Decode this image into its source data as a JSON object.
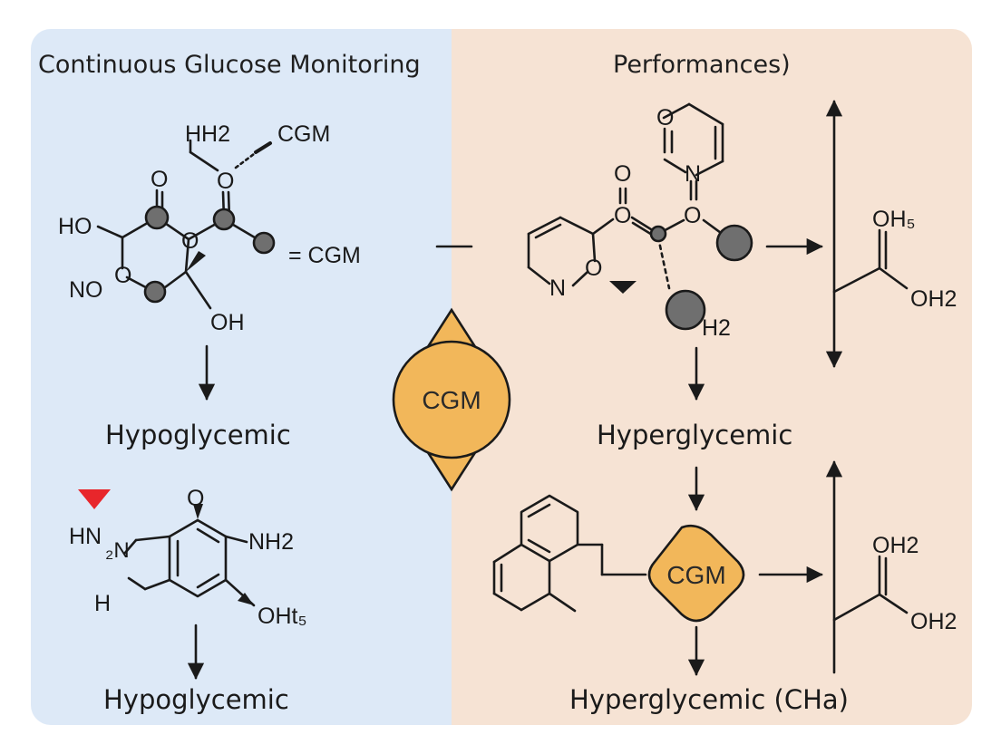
{
  "colors": {
    "left_panel_bg": "#dde9f7",
    "right_panel_bg": "#f6e3d4",
    "badge_fill": "#f2b75a",
    "atom_fill": "#6f6f6f",
    "marker_red": "#e8262b",
    "ink": "#1a1a1a"
  },
  "left_panel": {
    "title": "Continuous Glucose Monitoring",
    "molecule1_labels": {
      "h2_top": "HH2",
      "cgm_top": "CGM",
      "o_carbonyl_left": "O",
      "o_ring_top": "O",
      "ho": "HO",
      "o_ring_center": "O",
      "o_ring_left": "O",
      "no": "NO",
      "oh_bottom": "OH",
      "equals_cgm": "= CGM"
    },
    "state_upper": "Hypoglycemic",
    "molecule2_labels": {
      "o_top": "O",
      "hn": "HN",
      "n_sub": "₂N",
      "nh2": "NH2",
      "h_left": "H",
      "oh_sub": "OHt₅"
    },
    "state_lower": "Hypoglycemic"
  },
  "center_badge": {
    "label": "CGM"
  },
  "right_panel": {
    "title": "Performances)",
    "molecule3_labels": {
      "o_ring": "O",
      "n_ring": "N",
      "o_carbonyl": "O",
      "o_link_left": "O",
      "o_link_right": "O",
      "n_bottom": "N",
      "o_bottom": "O",
      "h2_bottom": "H2"
    },
    "acid_top_labels": {
      "oh_upper": "OH₅",
      "oh_lower": "OH2"
    },
    "state_upper": "Hyperglycemic",
    "cgm_badge_label": "CGM",
    "acid_bottom_labels": {
      "oh_upper": "OH2",
      "oh_lower": "OH2"
    },
    "state_lower": "Hyperglycemic (CHa)"
  }
}
